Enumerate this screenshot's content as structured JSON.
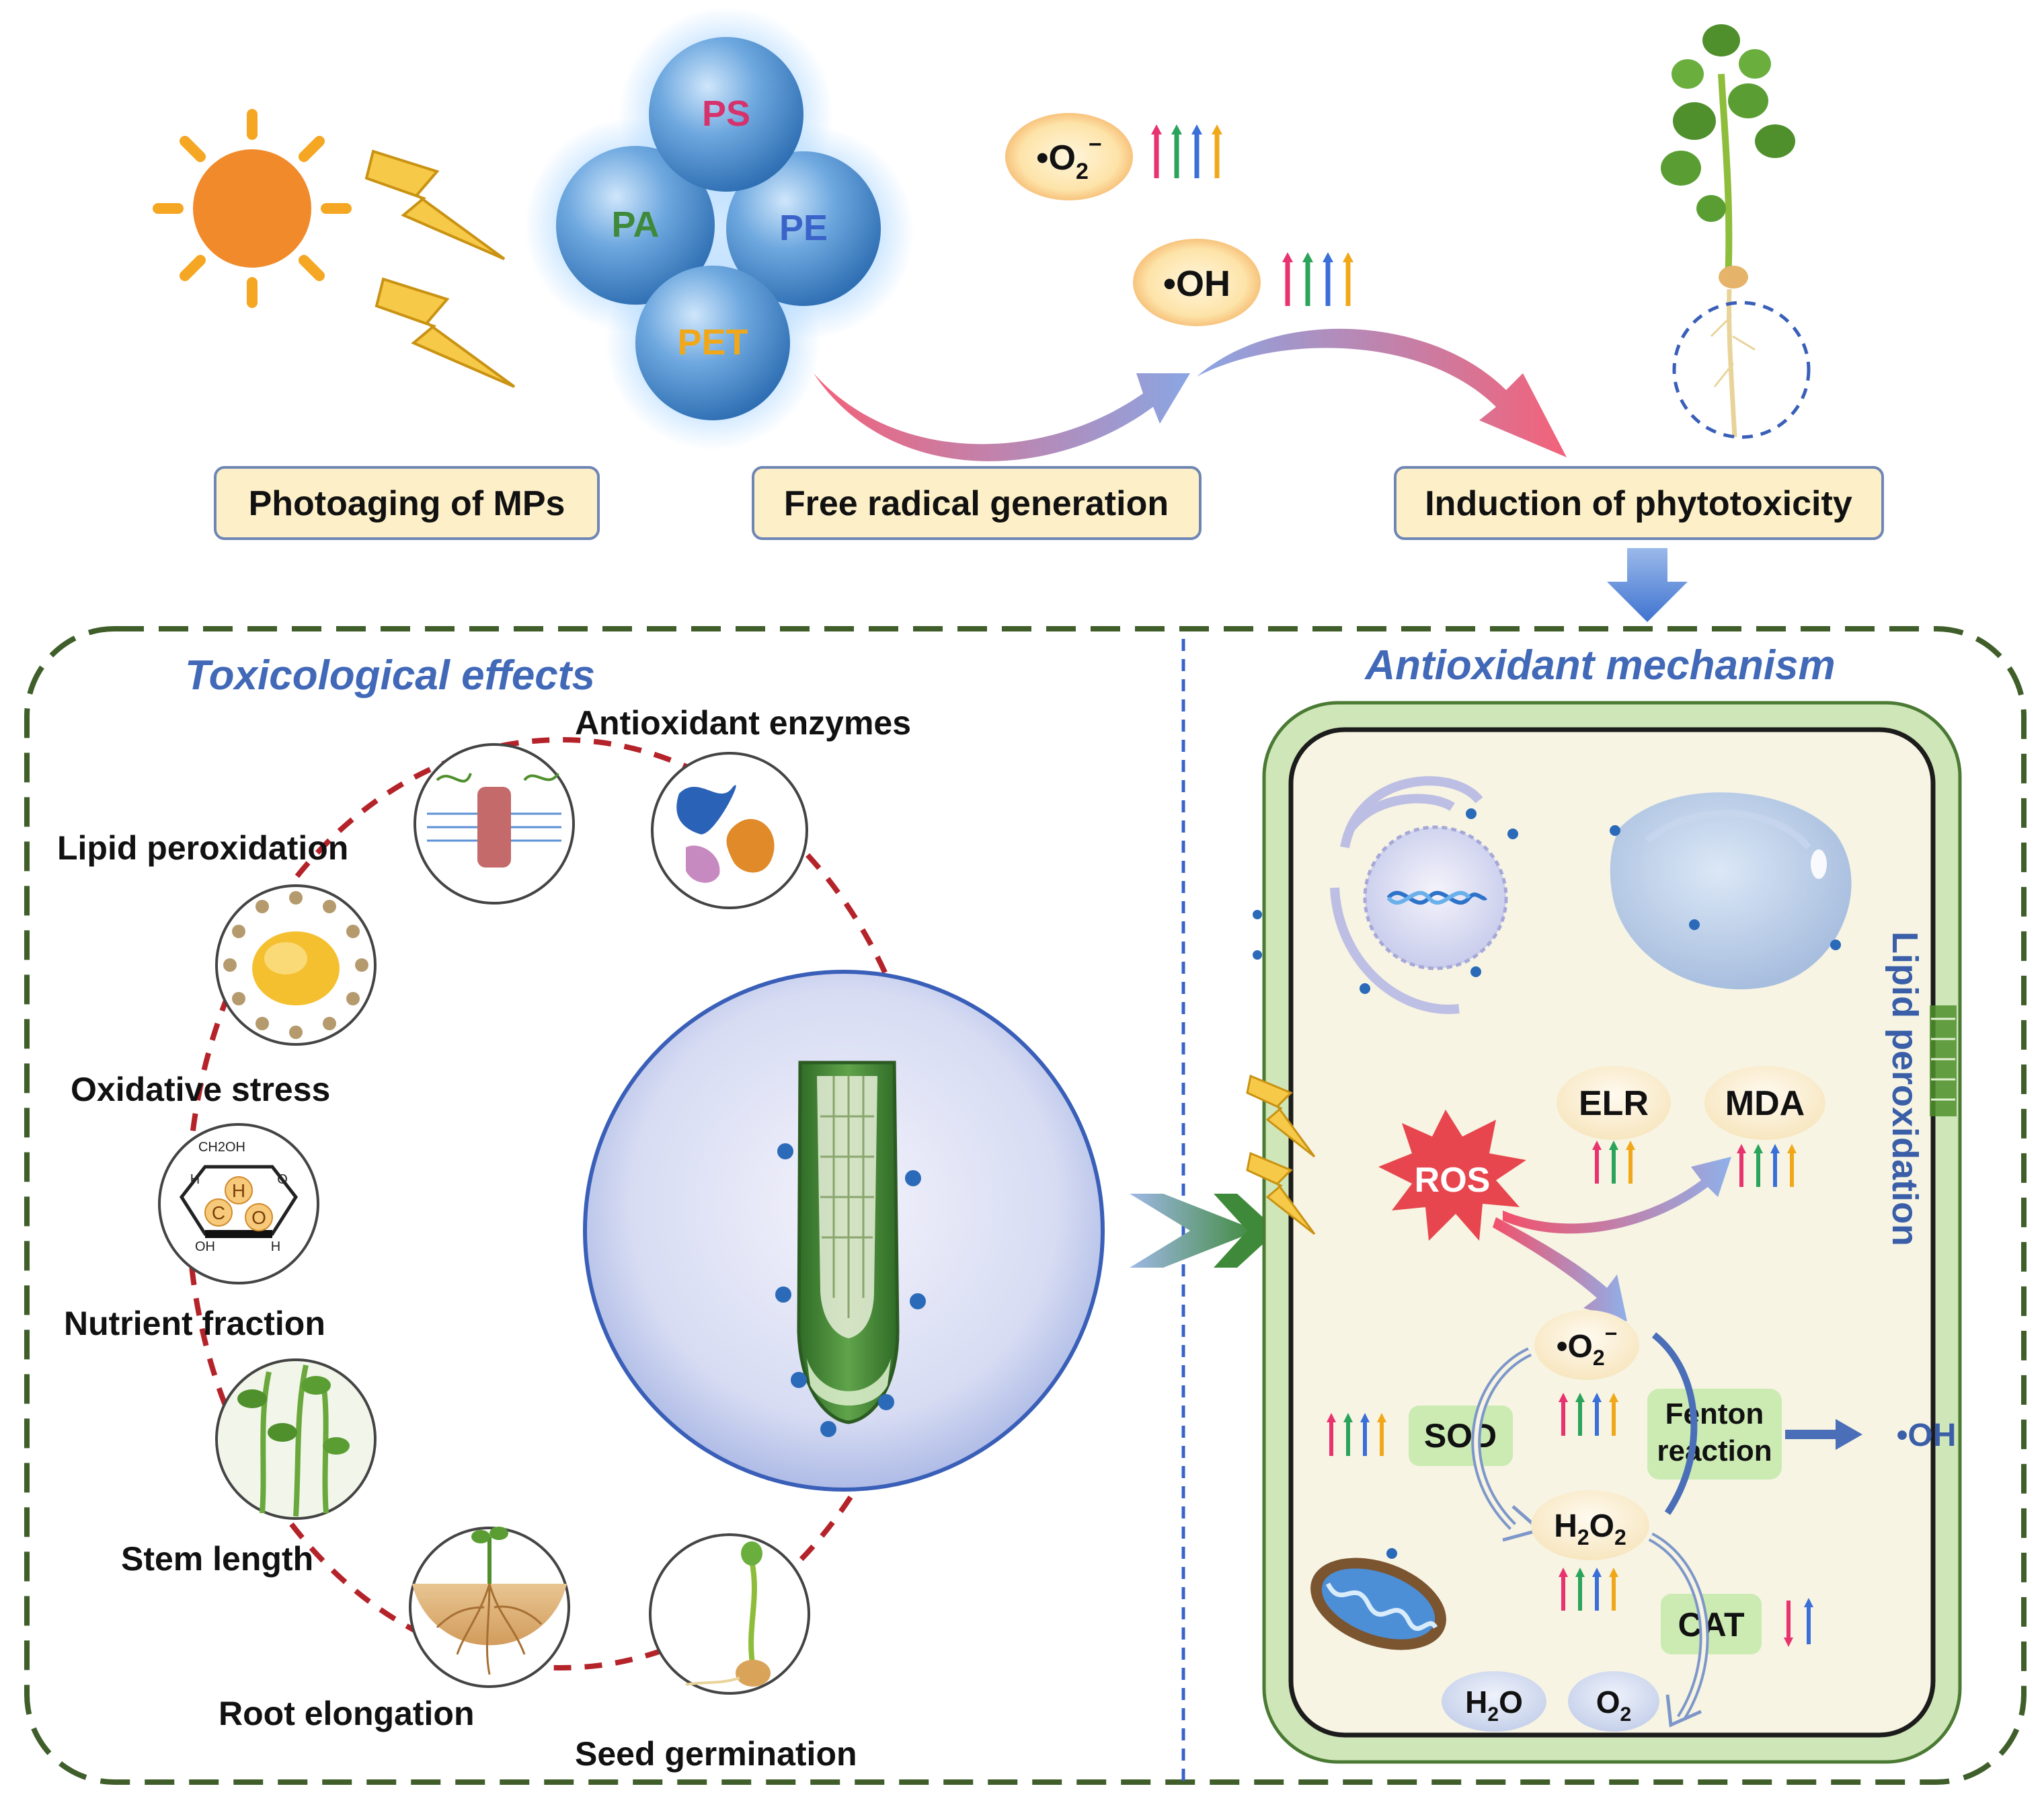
{
  "top_stages": {
    "photoaging": "Photoaging of MPs",
    "free_radical": "Free radical generation",
    "phytotoxicity": "Induction of phytotoxicity"
  },
  "polymers": {
    "ps": "PS",
    "pa": "PA",
    "pe": "PE",
    "pet": "PET"
  },
  "radicals": {
    "superoxide_base": "•O",
    "superoxide_sub": "2",
    "superoxide_sup": "−",
    "hydroxyl": "•OH"
  },
  "sections": {
    "toxicological": "Toxicological effects",
    "antioxidant": "Antioxidant mechanism"
  },
  "effects": {
    "antioxidant_enzymes": "Antioxidant enzymes",
    "lipid_peroxidation": "Lipid peroxidation",
    "oxidative_stress": "Oxidative stress",
    "nutrient_fraction": "Nutrient fraction",
    "stem_length": "Stem length",
    "root_elongation": "Root elongation",
    "seed_germination": "Seed germination"
  },
  "glucose_labels": {
    "ch2oh": "CH2OH",
    "h": "H",
    "c": "C",
    "o": "O",
    "oh": "OH"
  },
  "cell": {
    "lipid_peroxidation": "Lipid peroxidation",
    "ros": "ROS",
    "elr": "ELR",
    "mda": "MDA",
    "superoxide_base": "•O",
    "superoxide_sub": "2",
    "superoxide_sup": "−",
    "sod": "SOD",
    "fenton_line1": "Fenton",
    "fenton_line2": "reaction",
    "hydroxyl": "•OH",
    "h2o2_h": "H",
    "h2o2_sub1": "2",
    "h2o2_o": "O",
    "h2o2_sub2": "2",
    "cat": "CAT",
    "h2o_h": "H",
    "h2o_sub": "2",
    "h2o_o": "O",
    "o2_o": "O",
    "o2_sub": "2"
  },
  "colors": {
    "arrow_pink": "#e8336f",
    "arrow_green": "#2ba35a",
    "arrow_blue": "#3a6fd8",
    "arrow_orange": "#f0a81a",
    "frame_green": "#3f5e2a",
    "section_blue": "#4169b8",
    "label_fill": "#fdf0c8",
    "label_stroke": "#6f86b5",
    "cell_wall": "#cfe6b8"
  }
}
